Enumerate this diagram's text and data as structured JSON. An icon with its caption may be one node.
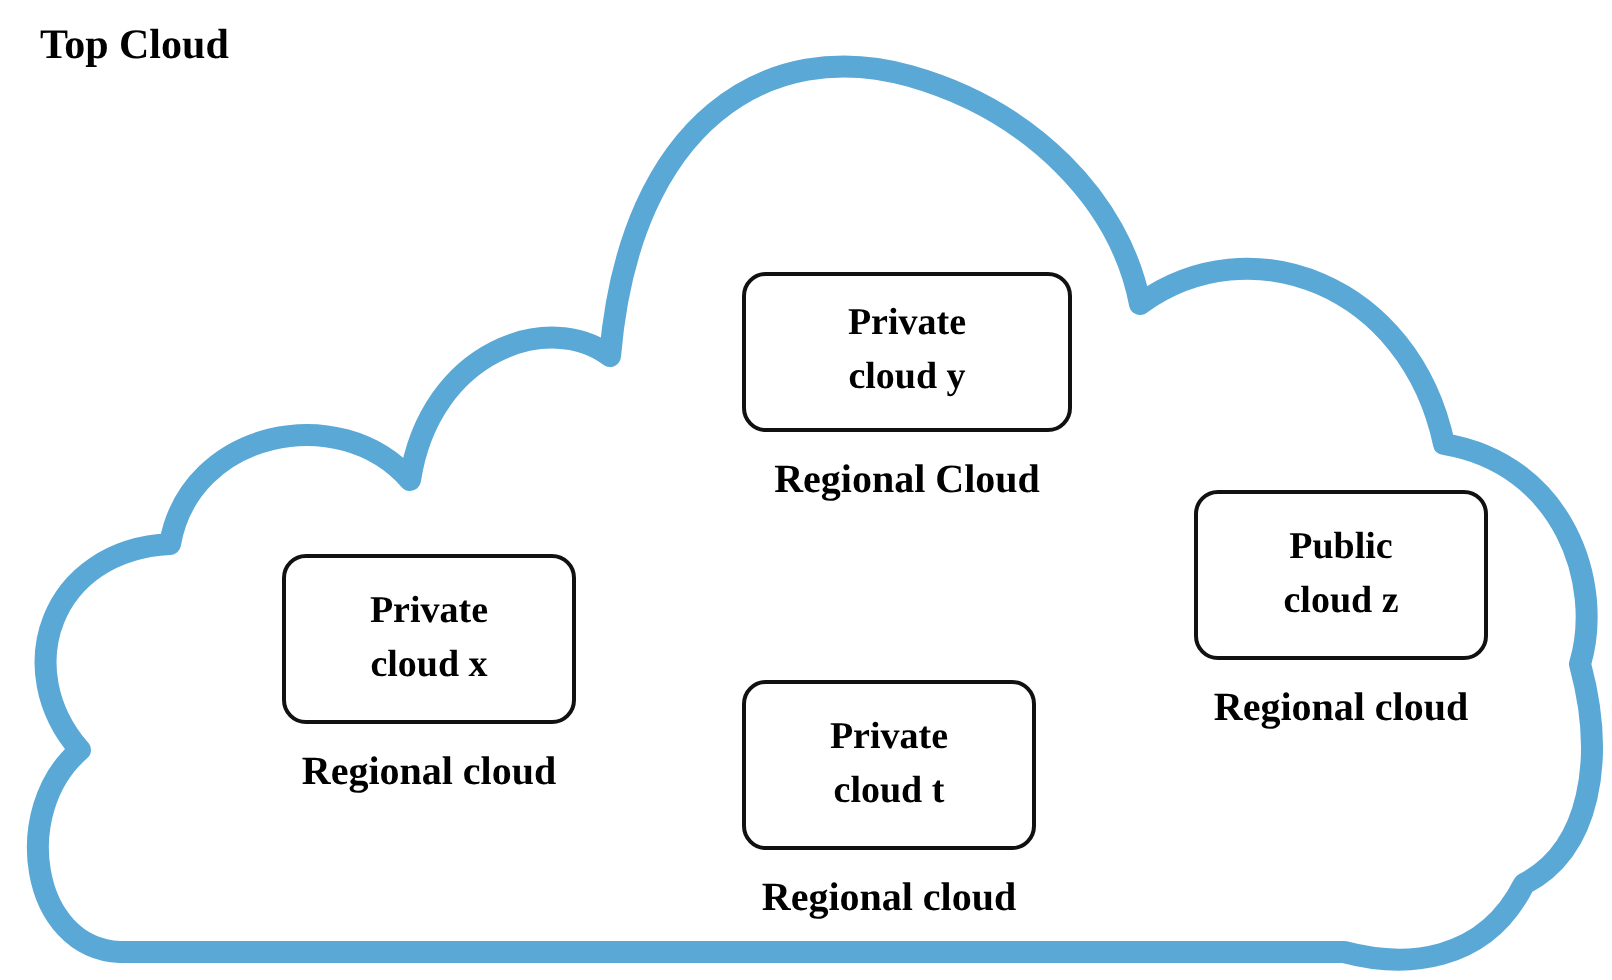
{
  "diagram": {
    "nodes": [
      {
        "text": [
          "Top Cloud"
        ]
      },
      {
        "text": [
          "Private cloud y"
        ],
        "in": 0,
        "beside": [
          "Regional Cloud"
        ]
      },
      {
        "text": [
          "Public cloud z"
        ],
        "in": 0,
        "beside": [
          "Regional cloud"
        ]
      },
      {
        "text": [
          "Private cloud x"
        ],
        "in": 0,
        "beside": [
          "Regional cloud"
        ]
      },
      {
        "text": [
          "Private cloud t"
        ],
        "in": 0,
        "beside": [
          "Regional cloud"
        ]
      }
    ]
  }
}
